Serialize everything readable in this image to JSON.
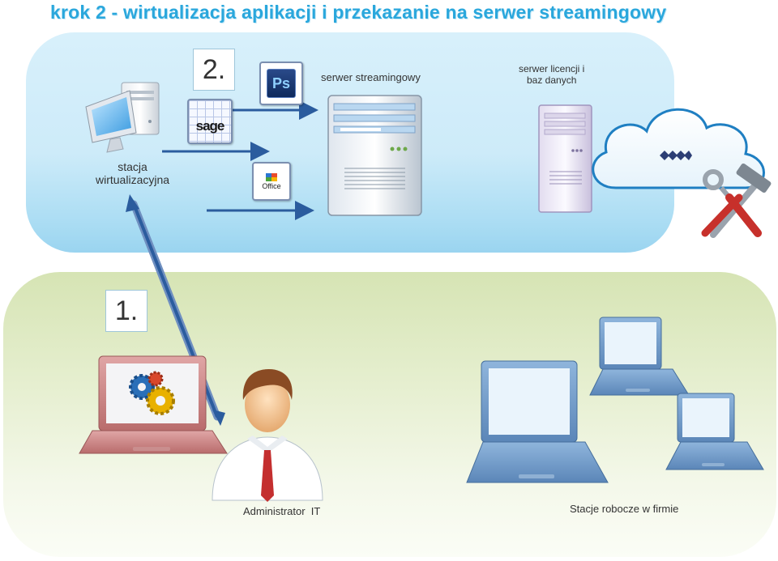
{
  "title": "krok 2 - wirtualizacja aplikacji i przekazanie na serwer streamingowy",
  "steps": {
    "step1": "1.",
    "step2": "2."
  },
  "labels": {
    "streaming_server": "serwer streamingowy",
    "license_server_line1": "serwer licencji i",
    "license_server_line2": "baz danych",
    "station_line1": "stacja",
    "station_line2": "wirtualizacyjna",
    "admin": "Administrator  IT",
    "workstations": "Stacje robocze w firmie"
  },
  "apps": {
    "photoshop": "Ps",
    "sage": "sage",
    "office": "Office"
  },
  "colors": {
    "title": "#2aa7dc",
    "top_panel": "#cdebf9",
    "bottom_panel": "#e6efd0",
    "arrow": "#2b5c9e",
    "tie": "#c42f2f"
  }
}
